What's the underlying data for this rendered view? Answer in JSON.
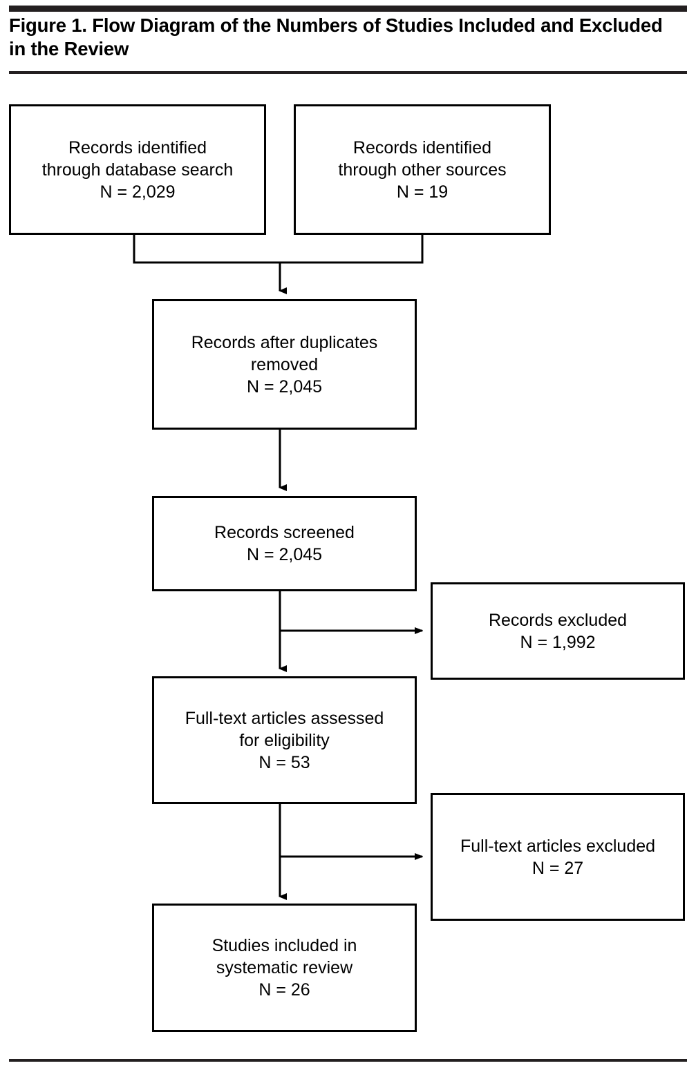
{
  "figure": {
    "title": "Figure 1. Flow Diagram of the Numbers of Studies Included and Excluded in the Review",
    "title_line1": "Figure 1. Flow Diagram of the Numbers of Studies Included",
    "title_line2": "and Excluded in the Review"
  },
  "chart_data": {
    "type": "diagram",
    "diagram_kind": "prisma-flow-diagram",
    "title": "Figure 1. Flow Diagram of the Numbers of Studies Included and Excluded in the Review",
    "nodes": [
      {
        "id": "identified_database",
        "label": "Records identified\nthrough database search\nN = 2,029",
        "text": "Records identified through database search",
        "n_label": "N = 2,029",
        "n": 2029,
        "column": "left",
        "stage": "identification"
      },
      {
        "id": "identified_other",
        "label": "Records identified\nthrough other sources\nN = 19",
        "text": "Records identified through other sources",
        "n_label": "N = 19",
        "n": 19,
        "column": "right-top",
        "stage": "identification"
      },
      {
        "id": "after_duplicates",
        "label": "Records after duplicates\nremoved\nN = 2,045",
        "text": "Records after duplicates removed",
        "n_label": "N = 2,045",
        "n": 2045,
        "column": "center",
        "stage": "screening"
      },
      {
        "id": "screened",
        "label": "Records screened\nN = 2,045",
        "text": "Records screened",
        "n_label": "N = 2,045",
        "n": 2045,
        "column": "center",
        "stage": "screening"
      },
      {
        "id": "records_excluded",
        "label": "Records excluded\nN = 1,992",
        "text": "Records excluded",
        "n_label": "N = 1,992",
        "n": 1992,
        "column": "right",
        "stage": "screening"
      },
      {
        "id": "fulltext_assessed",
        "label": "Full-text articles assessed\nfor eligibility\nN = 53",
        "text": "Full-text articles assessed for eligibility",
        "n_label": "N = 53",
        "n": 53,
        "column": "center",
        "stage": "eligibility"
      },
      {
        "id": "fulltext_excluded",
        "label": "Full-text articles excluded\nN = 27",
        "text": "Full-text articles excluded",
        "n_label": "N = 27",
        "n": 27,
        "column": "right",
        "stage": "eligibility"
      },
      {
        "id": "included",
        "label": "Studies included in\nsystematic review\nN = 26",
        "text": "Studies included in systematic review",
        "n_label": "N = 26",
        "n": 26,
        "column": "center",
        "stage": "included"
      }
    ],
    "edges": [
      {
        "from": "identified_database",
        "to": "after_duplicates",
        "kind": "merge-down"
      },
      {
        "from": "identified_other",
        "to": "after_duplicates",
        "kind": "merge-down"
      },
      {
        "from": "after_duplicates",
        "to": "screened",
        "kind": "down"
      },
      {
        "from": "screened",
        "to": "fulltext_assessed",
        "kind": "down"
      },
      {
        "from": "screened",
        "to": "records_excluded",
        "kind": "branch-right"
      },
      {
        "from": "fulltext_assessed",
        "to": "included",
        "kind": "down"
      },
      {
        "from": "fulltext_assessed",
        "to": "fulltext_excluded",
        "kind": "branch-right"
      }
    ],
    "colors": {
      "box_border": "#000000",
      "box_fill": "#ffffff",
      "text": "#000000",
      "rule": "#231f20"
    }
  }
}
